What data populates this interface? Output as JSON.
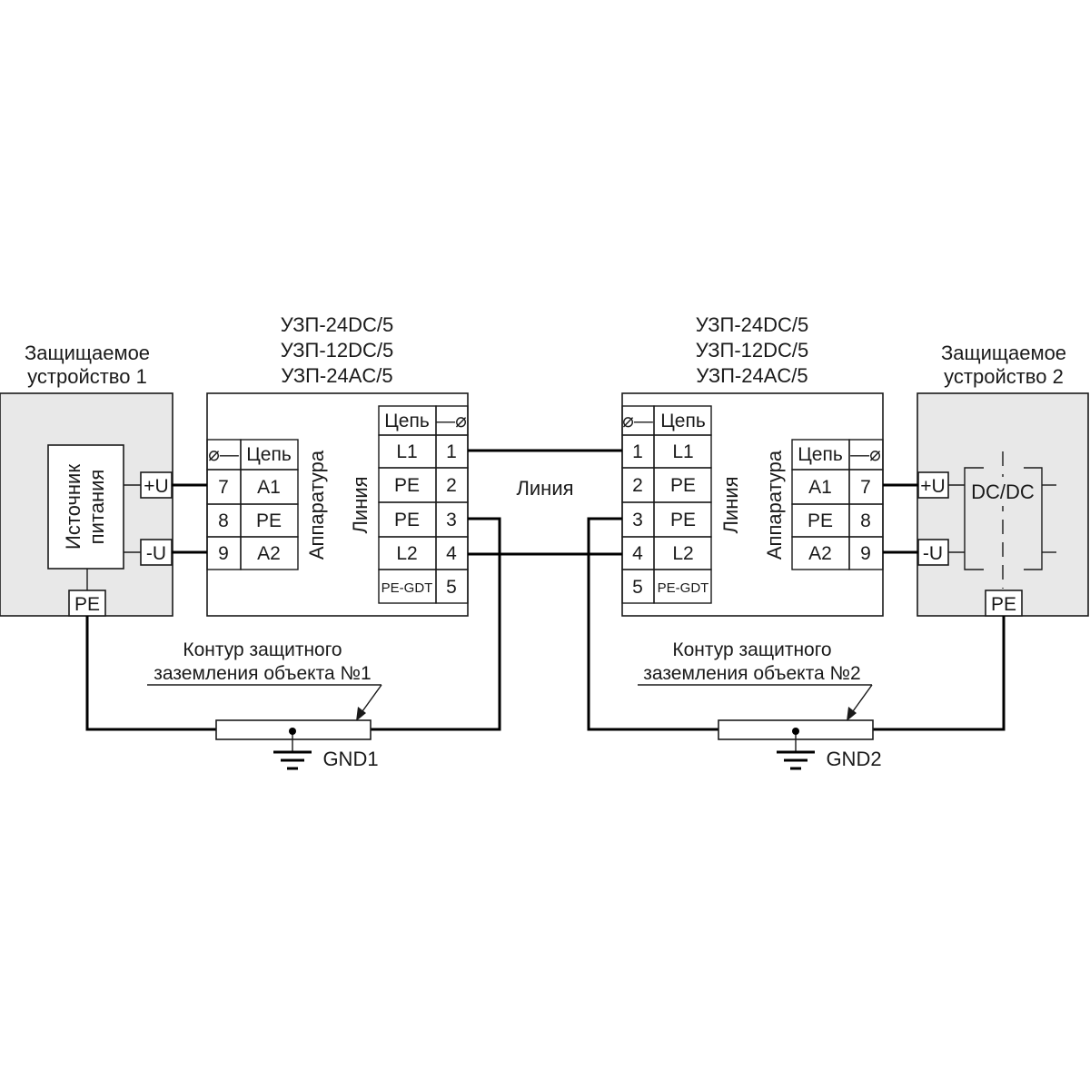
{
  "device1": {
    "title_line1": "Защищаемое",
    "title_line2": "устройство 1",
    "psu_line1": "Источник",
    "psu_line2": "питания",
    "plus": "+U",
    "minus": "-U",
    "pe": "PE"
  },
  "device2": {
    "title_line1": "Защищаемое",
    "title_line2": "устройство 2",
    "converter": "DC/DC",
    "plus": "+U",
    "minus": "-U",
    "pe": "PE"
  },
  "spd1": {
    "models": [
      "УЗП-24DC/5",
      "УЗП-12DC/5",
      "УЗП-24AC/5"
    ],
    "equipment_label": "Аппаратура",
    "line_label": "Линия",
    "terminal_symbol_left": "⌀—",
    "terminal_symbol_right": "—⌀",
    "header_circuit": "Цепь",
    "equipment_terminals": [
      {
        "num": "7",
        "circuit": "A1"
      },
      {
        "num": "8",
        "circuit": "PE"
      },
      {
        "num": "9",
        "circuit": "A2"
      }
    ],
    "line_terminals": [
      {
        "circuit": "L1",
        "num": "1"
      },
      {
        "circuit": "PE",
        "num": "2"
      },
      {
        "circuit": "PE",
        "num": "3"
      },
      {
        "circuit": "L2",
        "num": "4"
      },
      {
        "circuit": "PE-GDT",
        "num": "5"
      }
    ]
  },
  "spd2": {
    "models": [
      "УЗП-24DC/5",
      "УЗП-12DC/5",
      "УЗП-24AC/5"
    ],
    "equipment_label": "Аппаратура",
    "line_label": "Линия",
    "terminal_symbol_left": "⌀—",
    "terminal_symbol_right": "—⌀",
    "header_circuit": "Цепь",
    "line_terminals": [
      {
        "num": "1",
        "circuit": "L1"
      },
      {
        "num": "2",
        "circuit": "PE"
      },
      {
        "num": "3",
        "circuit": "PE"
      },
      {
        "num": "4",
        "circuit": "L2"
      },
      {
        "num": "5",
        "circuit": "PE-GDT"
      }
    ],
    "equipment_terminals": [
      {
        "circuit": "A1",
        "num": "7"
      },
      {
        "circuit": "PE",
        "num": "8"
      },
      {
        "circuit": "A2",
        "num": "9"
      }
    ]
  },
  "line_label": "Линия",
  "ground1": {
    "caption_line1": "Контур защитного",
    "caption_line2": "заземления объекта №1",
    "label": "GND1"
  },
  "ground2": {
    "caption_line1": "Контур защитного",
    "caption_line2": "заземления объекта №2",
    "label": "GND2"
  }
}
